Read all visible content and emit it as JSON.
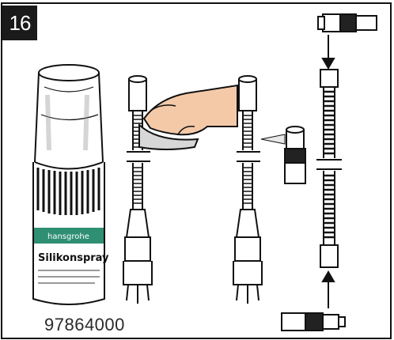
{
  "step": {
    "number": "16"
  },
  "part_number": "97864000",
  "product": {
    "brand": "hansgrohe",
    "name": "Silikonspray"
  },
  "colors": {
    "line": "#111111",
    "brand_band": "#2f8f73",
    "skin": "#f4c9a8",
    "cloth": "#d7d7d7"
  }
}
